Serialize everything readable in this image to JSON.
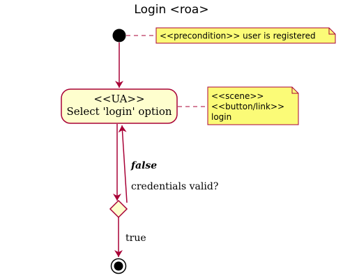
{
  "title": "Login <roa>",
  "start_note": "<<precondition>> user is registered",
  "action": {
    "line1": "<<UA>>",
    "line2": "Select 'login' option"
  },
  "action_note": {
    "line1": "<<scene>>",
    "line2": "<<button/link>>",
    "line3": "login"
  },
  "decision": {
    "false_label": "false",
    "question": "credentials valid?",
    "true_label": "true"
  },
  "colors": {
    "arrow": "#A80036",
    "note_fill": "#FBFB77",
    "action_fill": "#FEFECE",
    "start_fill": "#000000"
  }
}
